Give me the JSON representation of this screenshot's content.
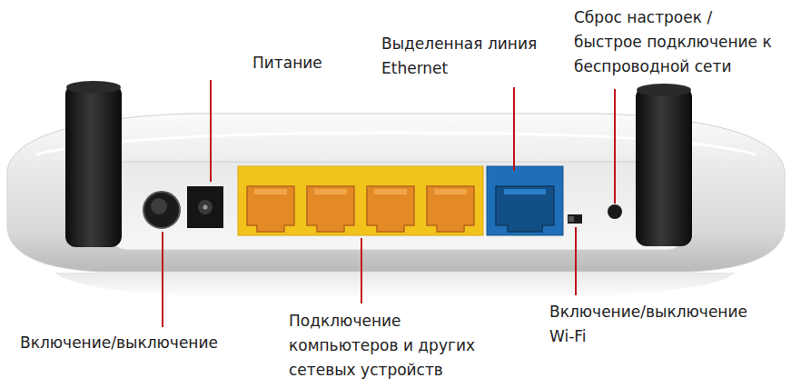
{
  "diagram": {
    "labels": [
      "Питание",
      "Выделенная линия Ethernet",
      "Сброс настроек / быстрое подключение к беспроводной сети",
      "Включение/выключение Wi-Fi",
      "Подключение компьютеров и других сетевых устройств",
      "Включение/выключение"
    ]
  }
}
